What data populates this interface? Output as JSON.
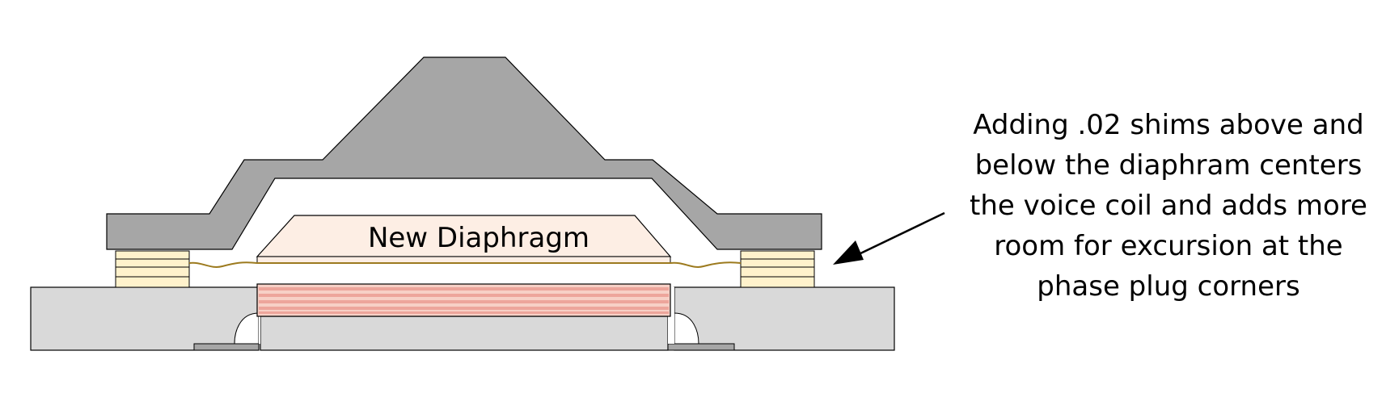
{
  "diaphragm_label": "New Diaphragm",
  "annotation": {
    "lines": [
      "Adding .02 shims above and",
      "below the diaphram centers",
      "the voice coil and adds more",
      "room for excursion at the",
      "phase plug corners"
    ]
  },
  "colors": {
    "phase_plug": "#a6a6a6",
    "base_plate": "#d9d9d9",
    "diaphragm_fill": "#fdeee4",
    "voice_coil": "#f2b8b0",
    "shims": "#fff2cc",
    "surround_wire": "#9c7a1e",
    "outline": "#000000"
  }
}
